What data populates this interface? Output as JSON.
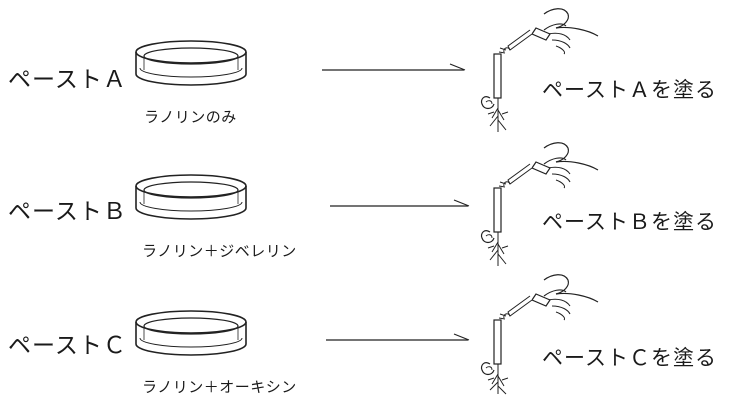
{
  "rows": [
    {
      "paste_label": "ペーストＡ",
      "contents_label": "ラノリンのみ",
      "result_label": "ペーストＡを塗る"
    },
    {
      "paste_label": "ペーストＢ",
      "contents_label": "ラノリン＋ジベレリン",
      "result_label": "ペーストＢを塗る"
    },
    {
      "paste_label": "ペーストＣ",
      "contents_label": "ラノリン＋オーキシン",
      "result_label": "ペーストＣを塗る"
    }
  ]
}
